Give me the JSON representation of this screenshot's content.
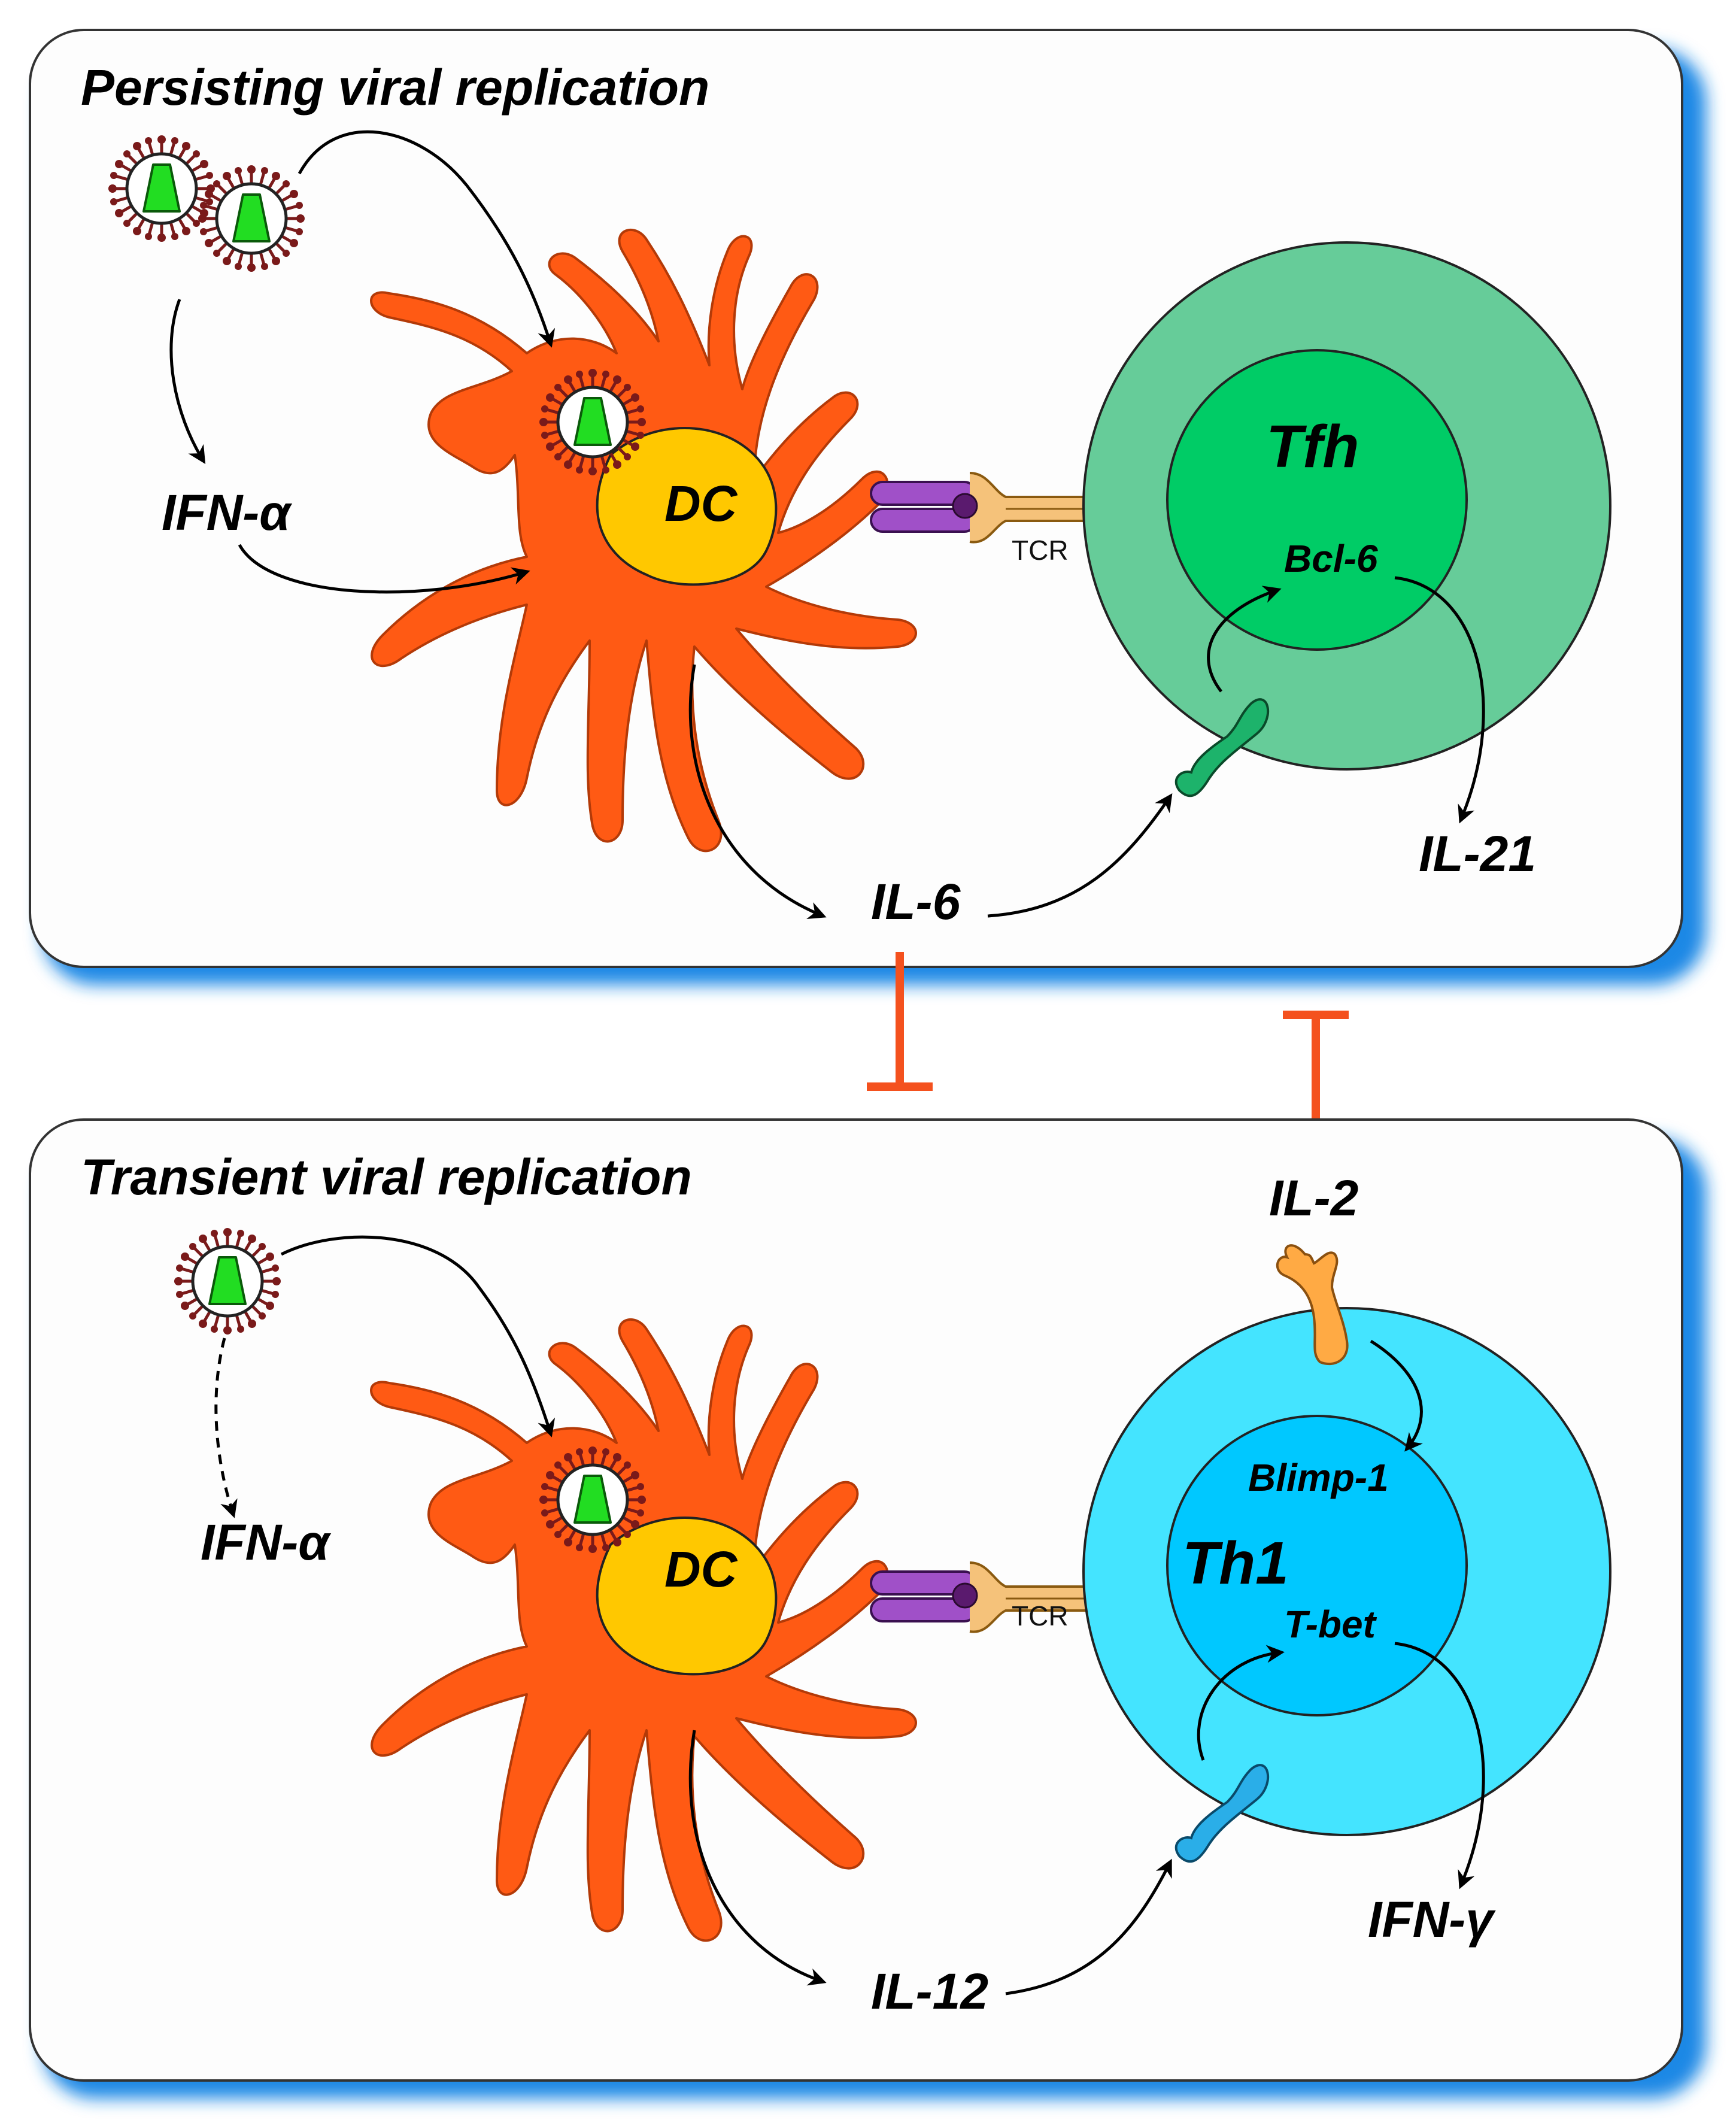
{
  "panels": {
    "top": {
      "title": "Persisting viral replication",
      "cytokine_virus": "IFN-α",
      "dc_label": "DC",
      "tcr_label": "TCR",
      "cell_label": "Tfh",
      "factor_label": "Bcl-6",
      "dc_cytokine": "IL-6",
      "output_cytokine": "IL-21"
    },
    "bottom": {
      "title": "Transient viral replication",
      "cytokine_virus": "IFN-α",
      "dc_label": "DC",
      "tcr_label": "TCR",
      "cell_label": "Th1",
      "factor_top": "Blimp-1",
      "factor_label": "T-bet",
      "dc_cytokine": "IL-12",
      "output_cytokine": "IFN-γ",
      "external_cytokine": "IL-2"
    }
  },
  "colors": {
    "dc_body": "#ff5a14",
    "dc_nucleus": "#ffc800",
    "tfh_outer": "#66cc99",
    "tfh_inner": "#00cc66",
    "th1_outer": "#44e4ff",
    "th1_inner": "#00c8ff",
    "inhibition": "#f4511e",
    "panel_shadow": "#1e88e5",
    "mhc": "#a050c8",
    "tcr": "#f5c27a"
  }
}
